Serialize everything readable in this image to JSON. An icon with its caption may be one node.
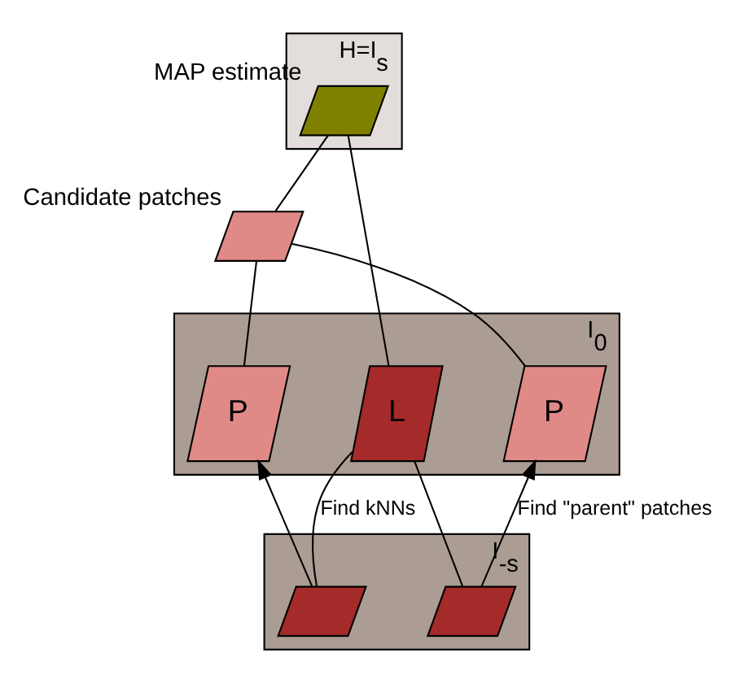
{
  "diagram": {
    "nodes": [
      {
        "text": [],
        "shape": "parallelogram",
        "beside": [
          "H=I$_{s}$"
        ]
      },
      {
        "text": [],
        "shape": "parallelogram",
        "beside": [
          "MAP estimate"
        ],
        "in": 0
      },
      {
        "text": [],
        "shape": "parallelogram",
        "beside": [
          "Candidate patches"
        ]
      },
      {
        "text": [],
        "shape": "parallelogram",
        "beside": [
          "I$_{0}$"
        ]
      },
      {
        "text": [
          "L"
        ],
        "in": 3
      },
      {
        "text": [
          "P"
        ],
        "in": 3
      },
      {
        "text": [
          "P"
        ],
        "in": 3
      },
      {
        "text": [],
        "shape": "parallelogram",
        "beside": [
          "I$_{-s}$"
        ]
      },
      {
        "text": [],
        "shape": "parallelogram",
        "in": 7
      },
      {
        "text": [],
        "shape": "parallelogram",
        "in": 7
      }
    ],
    "edges": [
      {
        "from": 1,
        "to": 4,
        "arrow": "none"
      },
      {
        "from": 1,
        "to": 2,
        "arrow": "none"
      },
      {
        "from": 2,
        "to": 5,
        "arrow": "none"
      },
      {
        "from": 2,
        "to": 6,
        "arrow": "none"
      },
      {
        "from": 4,
        "to": 8,
        "arrow": "none",
        "label": "Find kNNs"
      },
      {
        "from": 4,
        "to": 9,
        "arrow": "none"
      },
      {
        "from": 8,
        "to": 5,
        "arrow": "to"
      },
      {
        "from": 9,
        "to": 6,
        "arrow": "to",
        "label": "Find \"parent\" patches"
      }
    ]
  }
}
